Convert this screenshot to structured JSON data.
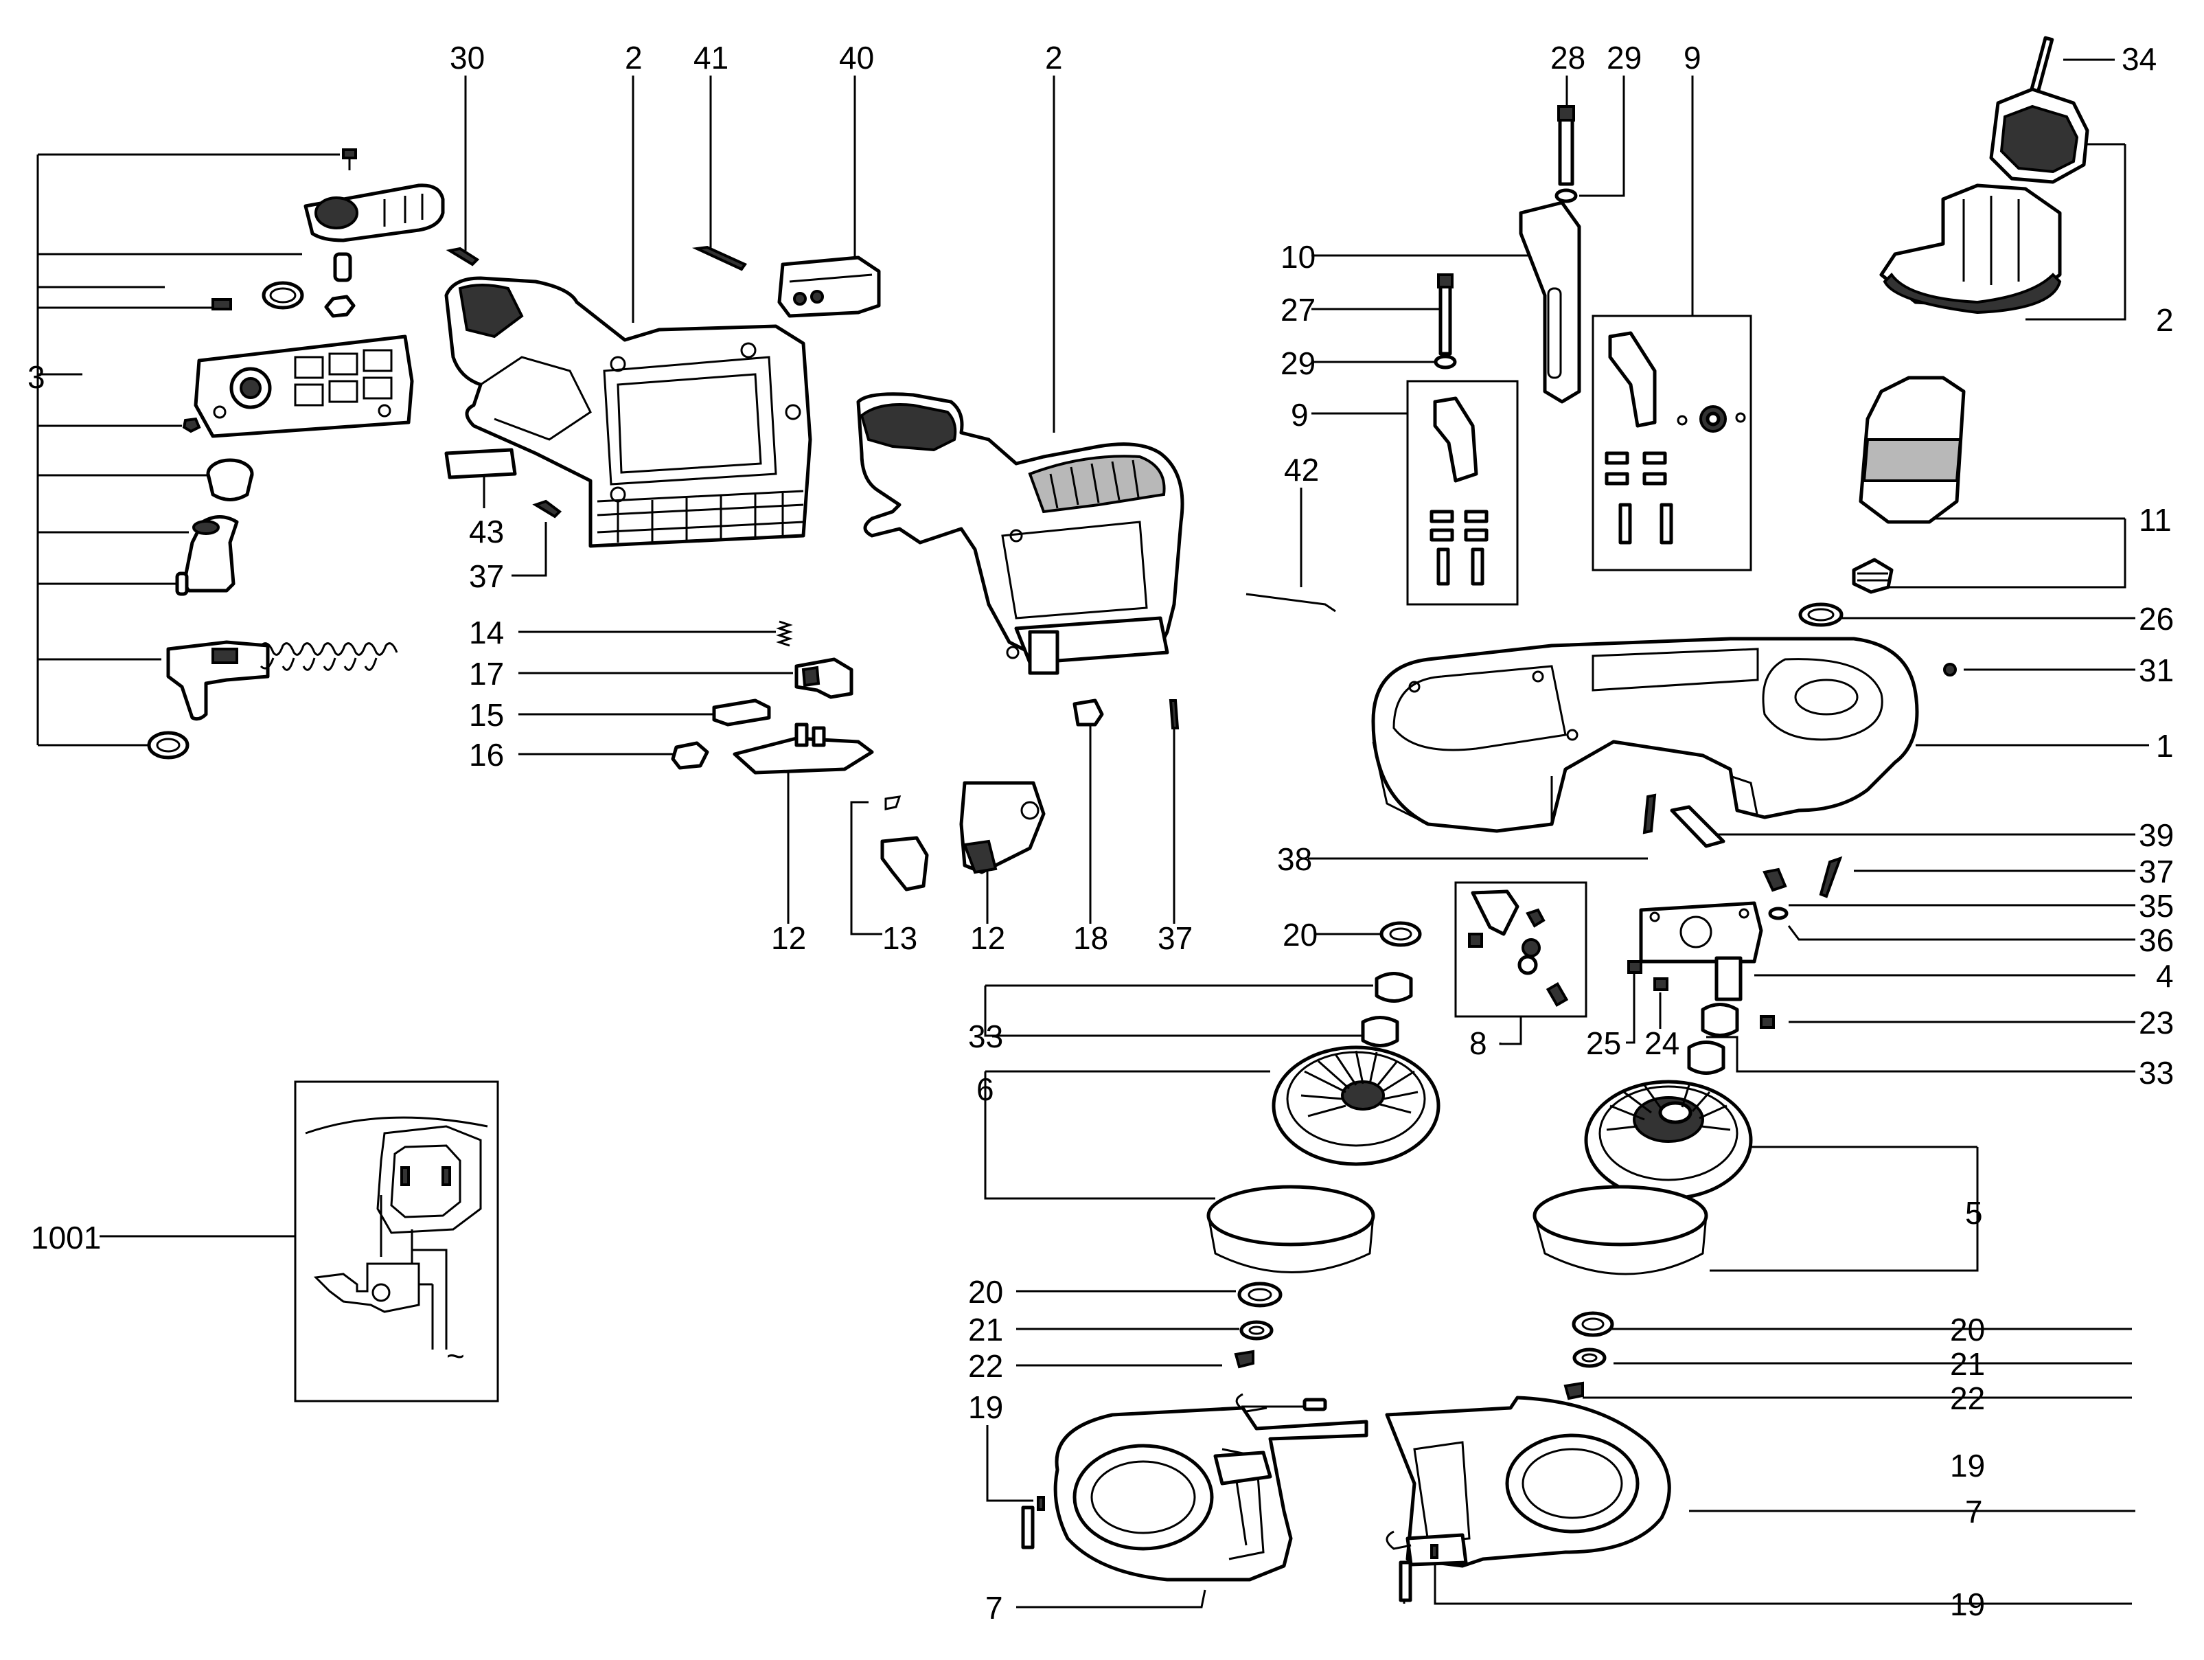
{
  "callouts": [
    {
      "id": "c30",
      "text": "30"
    },
    {
      "id": "c2a",
      "text": "2"
    },
    {
      "id": "c41",
      "text": "41"
    },
    {
      "id": "c40",
      "text": "40"
    },
    {
      "id": "c2b",
      "text": "2"
    },
    {
      "id": "c28",
      "text": "28"
    },
    {
      "id": "c29a",
      "text": "29"
    },
    {
      "id": "c9a",
      "text": "9"
    },
    {
      "id": "c34",
      "text": "34"
    },
    {
      "id": "c3",
      "text": "3"
    },
    {
      "id": "c10",
      "text": "10"
    },
    {
      "id": "c27",
      "text": "27"
    },
    {
      "id": "c29b",
      "text": "29"
    },
    {
      "id": "c9b",
      "text": "9"
    },
    {
      "id": "c2c",
      "text": "2"
    },
    {
      "id": "c42",
      "text": "42"
    },
    {
      "id": "c43",
      "text": "43"
    },
    {
      "id": "c37a",
      "text": "37"
    },
    {
      "id": "c11",
      "text": "11"
    },
    {
      "id": "c14",
      "text": "14"
    },
    {
      "id": "c26",
      "text": "26"
    },
    {
      "id": "c17",
      "text": "17"
    },
    {
      "id": "c31",
      "text": "31"
    },
    {
      "id": "c15",
      "text": "15"
    },
    {
      "id": "c1",
      "text": "1"
    },
    {
      "id": "c16",
      "text": "16"
    },
    {
      "id": "c39",
      "text": "39"
    },
    {
      "id": "c38",
      "text": "38"
    },
    {
      "id": "c37b",
      "text": "37"
    },
    {
      "id": "c35",
      "text": "35"
    },
    {
      "id": "c12a",
      "text": "12"
    },
    {
      "id": "c13",
      "text": "13"
    },
    {
      "id": "c12b",
      "text": "12"
    },
    {
      "id": "c18",
      "text": "18"
    },
    {
      "id": "c37c",
      "text": "37"
    },
    {
      "id": "c20a",
      "text": "20"
    },
    {
      "id": "c36",
      "text": "36"
    },
    {
      "id": "c4",
      "text": "4"
    },
    {
      "id": "c33a",
      "text": "33"
    },
    {
      "id": "c23",
      "text": "23"
    },
    {
      "id": "c8",
      "text": "8"
    },
    {
      "id": "c25",
      "text": "25"
    },
    {
      "id": "c24",
      "text": "24"
    },
    {
      "id": "c33b",
      "text": "33"
    },
    {
      "id": "c6",
      "text": "6"
    },
    {
      "id": "c5",
      "text": "5"
    },
    {
      "id": "c1001",
      "text": "1001"
    },
    {
      "id": "c20b",
      "text": "20"
    },
    {
      "id": "c20c",
      "text": "20"
    },
    {
      "id": "c21a",
      "text": "21"
    },
    {
      "id": "c21b",
      "text": "21"
    },
    {
      "id": "c22a",
      "text": "22"
    },
    {
      "id": "c22b",
      "text": "22"
    },
    {
      "id": "c19a",
      "text": "19"
    },
    {
      "id": "c19b",
      "text": "19"
    },
    {
      "id": "c7a",
      "text": "7"
    },
    {
      "id": "c7b",
      "text": "7"
    },
    {
      "id": "c19c",
      "text": "19"
    }
  ],
  "schematic": {
    "ac_symbol": "~"
  }
}
